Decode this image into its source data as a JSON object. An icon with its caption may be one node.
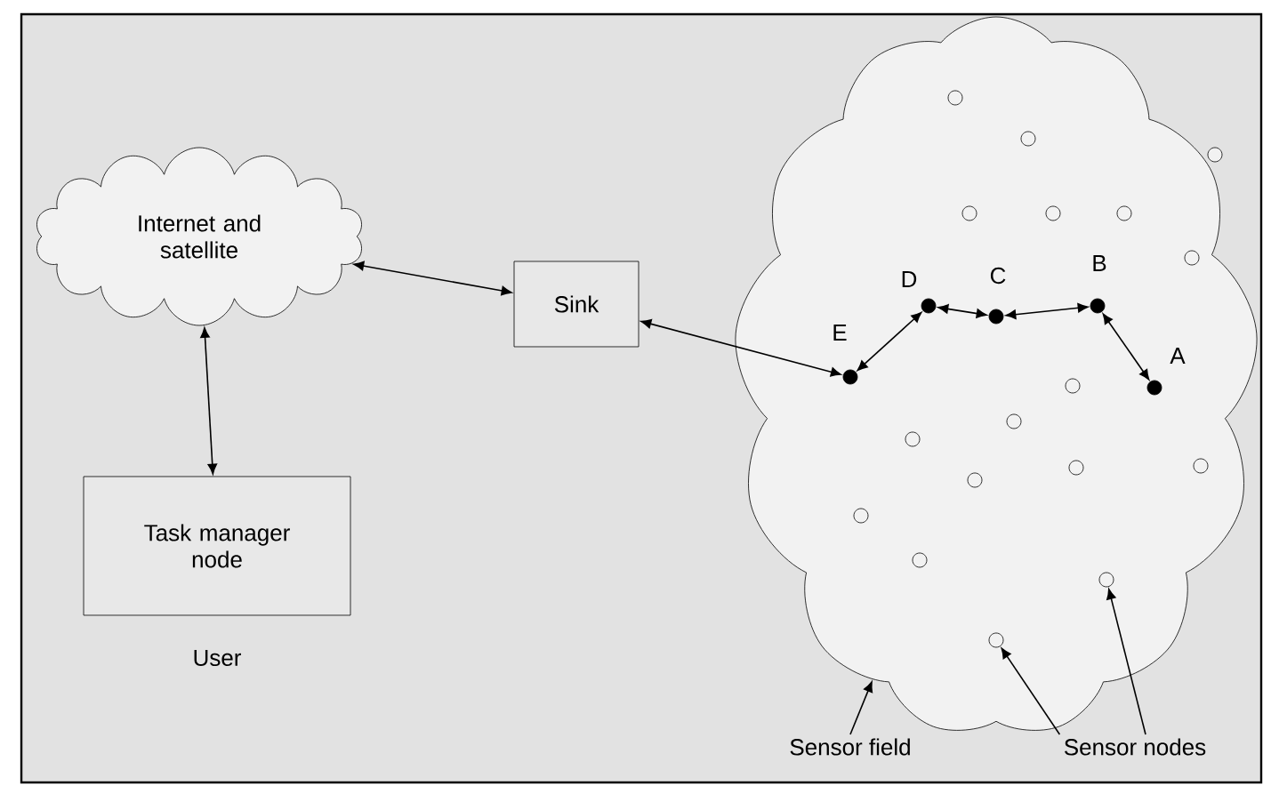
{
  "diagram": {
    "nodes": [
      {
        "text": [
          "Internet and satellite"
        ]
      },
      {
        "text": [
          "Task manager node"
        ],
        "beside": [
          "User"
        ]
      },
      {
        "text": [
          "Sink"
        ]
      },
      {
        "text": [],
        "shape": "cloud"
      },
      {
        "text": [],
        "shape": "circle",
        "beside": [
          "E"
        ],
        "in": 3
      },
      {
        "text": [],
        "shape": "circle",
        "beside": [
          "D"
        ],
        "in": 3
      },
      {
        "text": [],
        "shape": "circle",
        "beside": [
          "C"
        ],
        "in": 3
      },
      {
        "text": [],
        "shape": "circle",
        "beside": [
          "B"
        ],
        "in": 3
      },
      {
        "text": [],
        "shape": "circle",
        "beside": [
          "A"
        ],
        "in": 3
      },
      {
        "text": [],
        "shape": "circle",
        "in": 3
      },
      {
        "text": [],
        "shape": "circle",
        "in": 3
      },
      {
        "text": [],
        "shape": "circle",
        "in": 3
      },
      {
        "text": [],
        "shape": "circle",
        "in": 3
      },
      {
        "text": [],
        "shape": "circle",
        "in": 3
      },
      {
        "text": [],
        "shape": "circle",
        "in": 3
      },
      {
        "text": [],
        "shape": "circle",
        "in": 3
      },
      {
        "text": [],
        "shape": "circle",
        "in": 3
      },
      {
        "text": [],
        "shape": "circle",
        "in": 3
      },
      {
        "text": [],
        "shape": "circle",
        "in": 3
      },
      {
        "text": [],
        "shape": "circle",
        "in": 3
      },
      {
        "text": [],
        "shape": "circle",
        "in": 3
      },
      {
        "text": [],
        "shape": "circle",
        "in": 3
      },
      {
        "text": [],
        "shape": "circle",
        "in": 3
      },
      {
        "text": [],
        "shape": "circle",
        "in": 3
      },
      {
        "text": [],
        "shape": "circle",
        "in": 3
      },
      {
        "text": [],
        "shape": "circle",
        "in": 3
      },
      {
        "text": [
          "Sensor field"
        ]
      },
      {
        "text": [
          "Sensor nodes"
        ]
      }
    ],
    "edges": [
      {
        "from": 0,
        "to": 2,
        "arrow": "both"
      },
      {
        "from": 0,
        "to": 1,
        "arrow": "both"
      },
      {
        "from": 2,
        "to": 4,
        "arrow": "both"
      },
      {
        "from": 4,
        "to": 5,
        "arrow": "both"
      },
      {
        "from": 5,
        "to": 6,
        "arrow": "both"
      },
      {
        "from": 6,
        "to": 7,
        "arrow": "both"
      },
      {
        "from": 7,
        "to": 8,
        "arrow": "both"
      },
      {
        "from": 26,
        "to": 3,
        "arrow": "to"
      },
      {
        "from": 27,
        "to": 25,
        "arrow": "to"
      },
      {
        "from": 27,
        "to": 24,
        "arrow": "to"
      }
    ]
  }
}
